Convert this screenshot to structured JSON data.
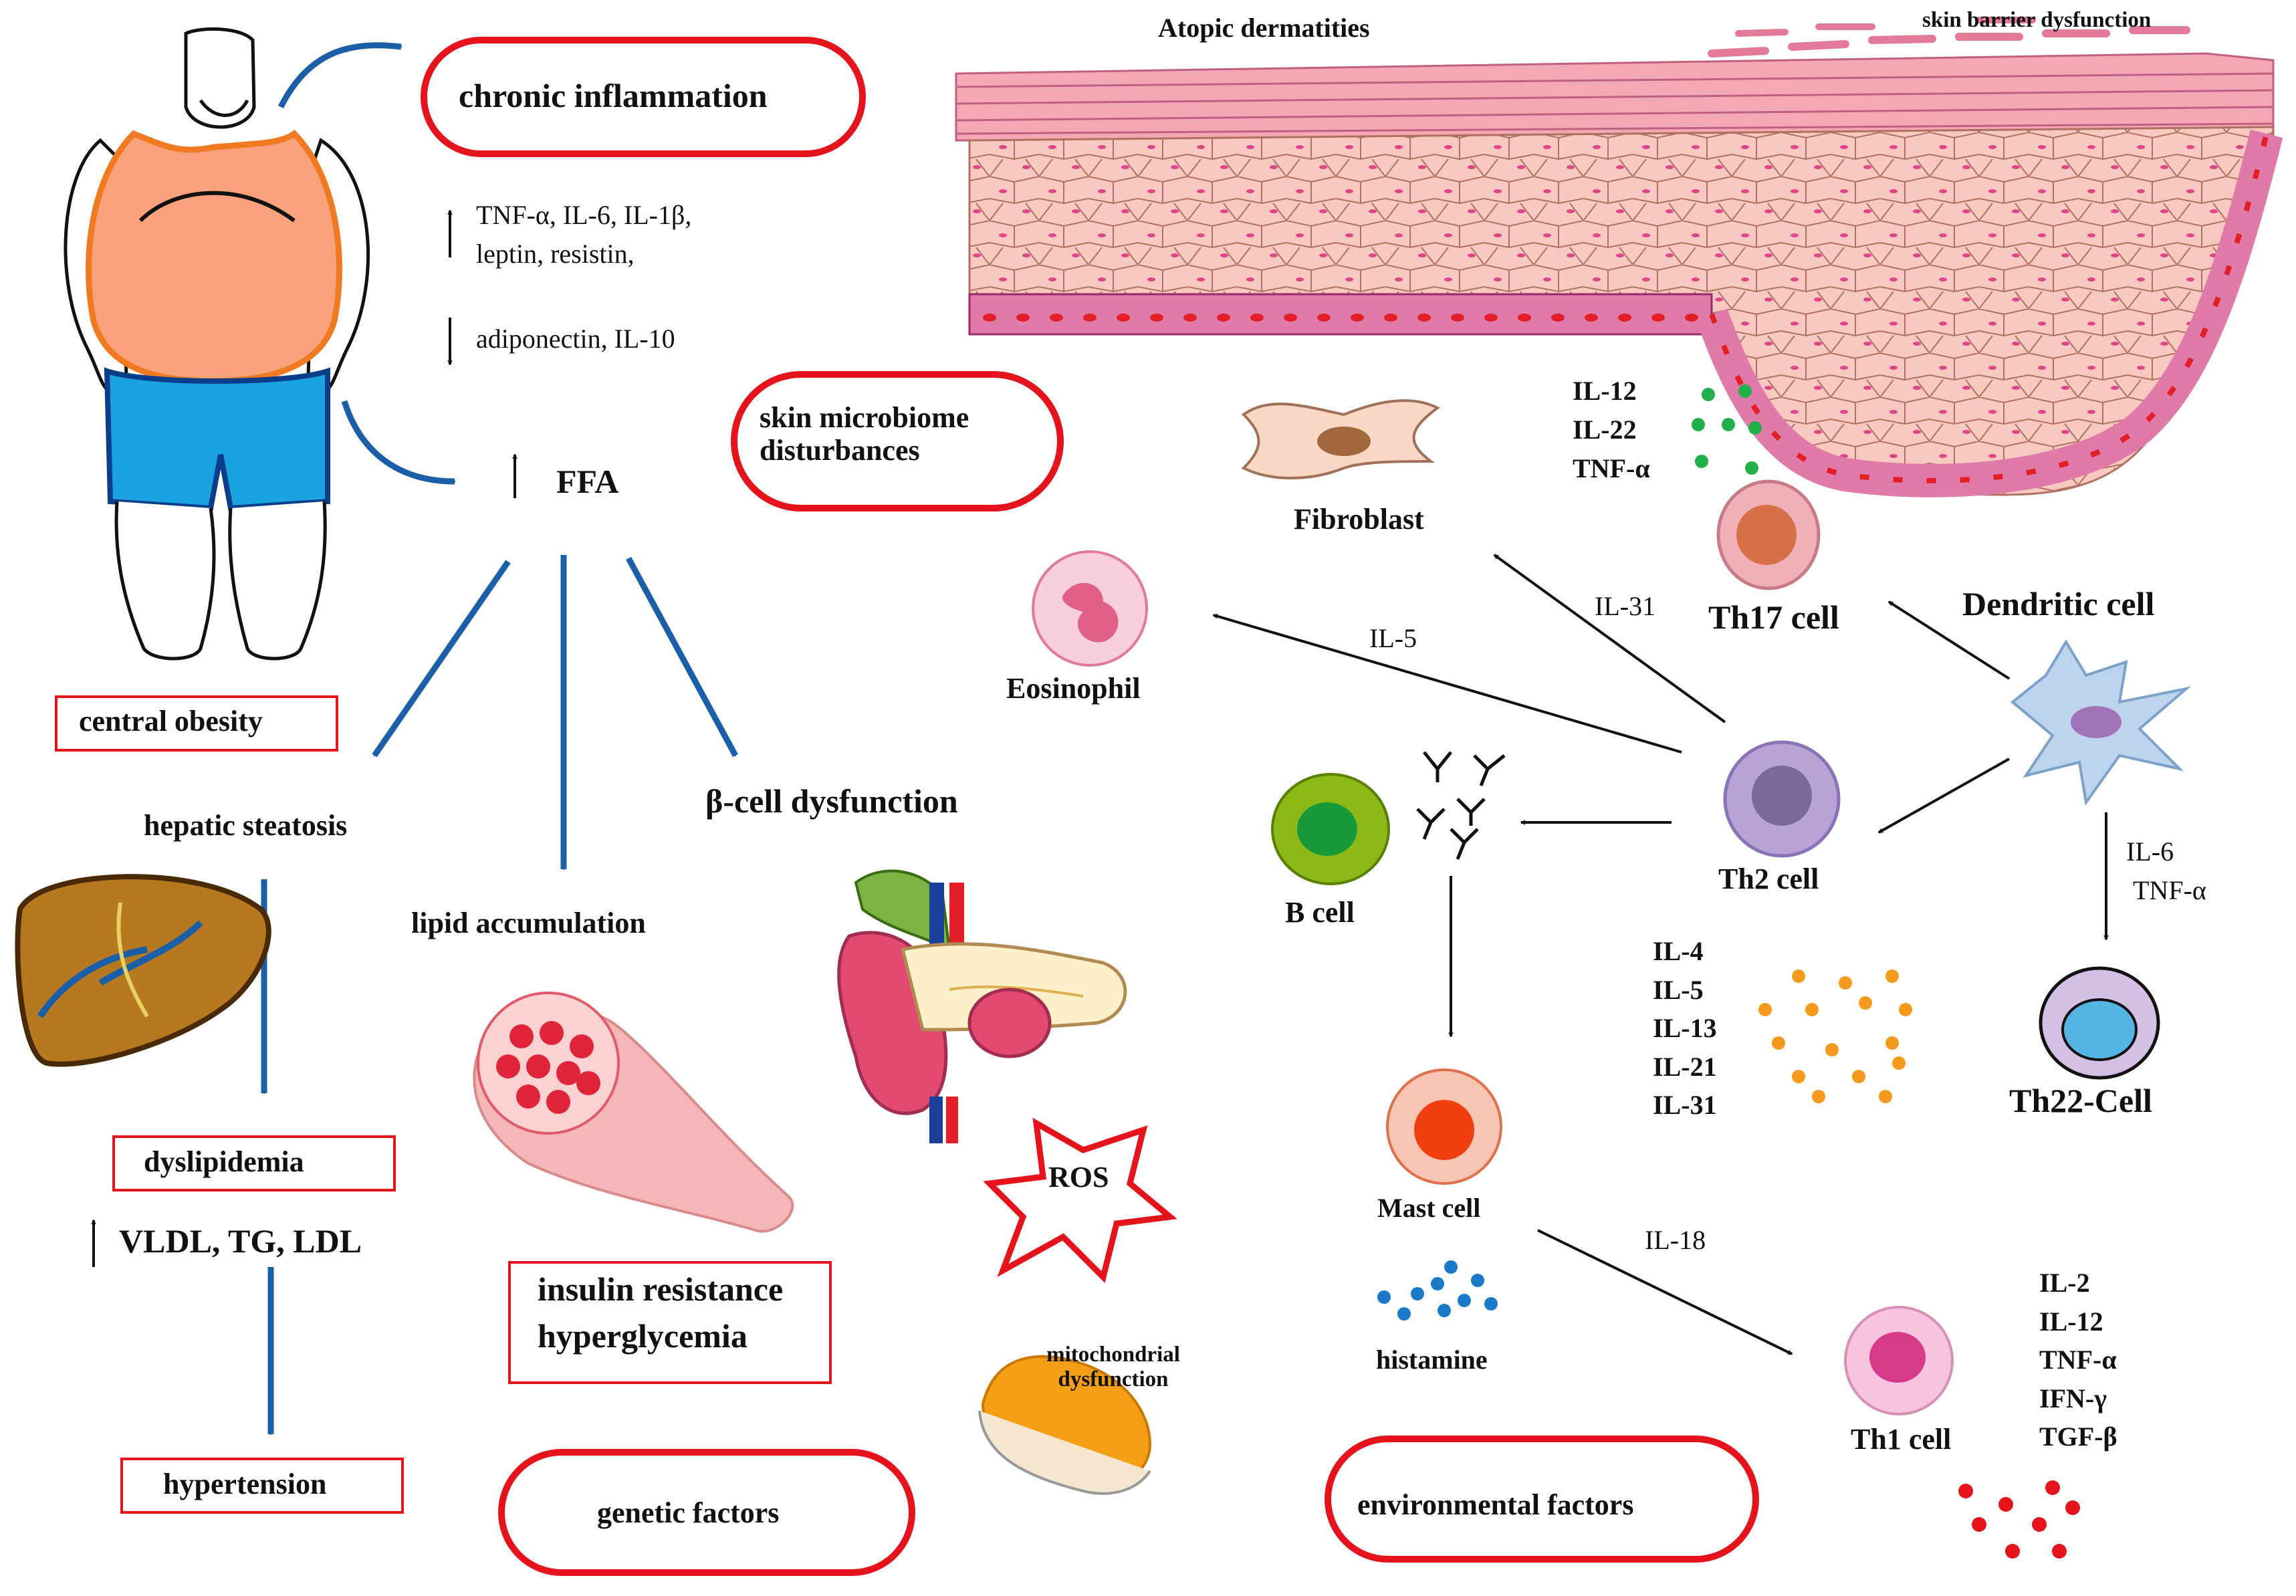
{
  "obesity": {
    "chronic_inflammation": "chronic inflammation",
    "up_markers_line1": "TNF-α, IL-6, IL-1β,",
    "up_markers_line2": "leptin, resistin,",
    "down_markers": "adiponectin, IL-10",
    "ffa": "FFA",
    "central_obesity": "central obesity"
  },
  "metabolic": {
    "hepatic_steatosis": "hepatic steatosis",
    "lipid_accumulation": "lipid accumulation",
    "beta_cell_dysfunction": "β-cell dysfunction",
    "dyslipidemia": "dyslipidemia",
    "lipids_up": "VLDL, TG, LDL",
    "hypertension": "hypertension",
    "insulin_resistance": "insulin resistance",
    "hyperglycemia": "hyperglycemia",
    "ros": "ROS",
    "mito_line1": "mitochondrial",
    "mito_line2": "dysfunction",
    "genetic_factors": "genetic factors",
    "environmental_factors": "environmental factors",
    "skin_microbiome_line1": "skin microbiome",
    "skin_microbiome_line2": "disturbances"
  },
  "skin": {
    "title": "Atopic dermatities",
    "barrier": "skin barrier dysfunction"
  },
  "immune": {
    "th17_cytokines": [
      "IL-12",
      "IL-22",
      "TNF-α"
    ],
    "fibroblast": "Fibroblast",
    "eosinophil": "Eosinophil",
    "il5": "IL-5",
    "il31": "IL-31",
    "th17": "Th17 cell",
    "dendritic": "Dendritic cell",
    "bcell": "B cell",
    "th2": "Th2 cell",
    "il6": "IL-6",
    "tnfa": "TNF-α",
    "th2_cytokines": [
      "IL-4",
      "IL-5",
      "IL-13",
      "IL-21",
      "IL-31"
    ],
    "th22": "Th22-Cell",
    "mast": "Mast cell",
    "il18": "IL-18",
    "histamine": "histamine",
    "th1": "Th1 cell",
    "th1_cytokines": [
      "IL-2",
      "IL-12",
      "TNF-α",
      "IFN-γ",
      "TGF-β"
    ]
  },
  "colors": {
    "arrow_blue": "#1a5fa8",
    "oval_red": "#e5141c",
    "skin_pink": "#f7c9c0",
    "basal_pink": "#e07aa8"
  }
}
